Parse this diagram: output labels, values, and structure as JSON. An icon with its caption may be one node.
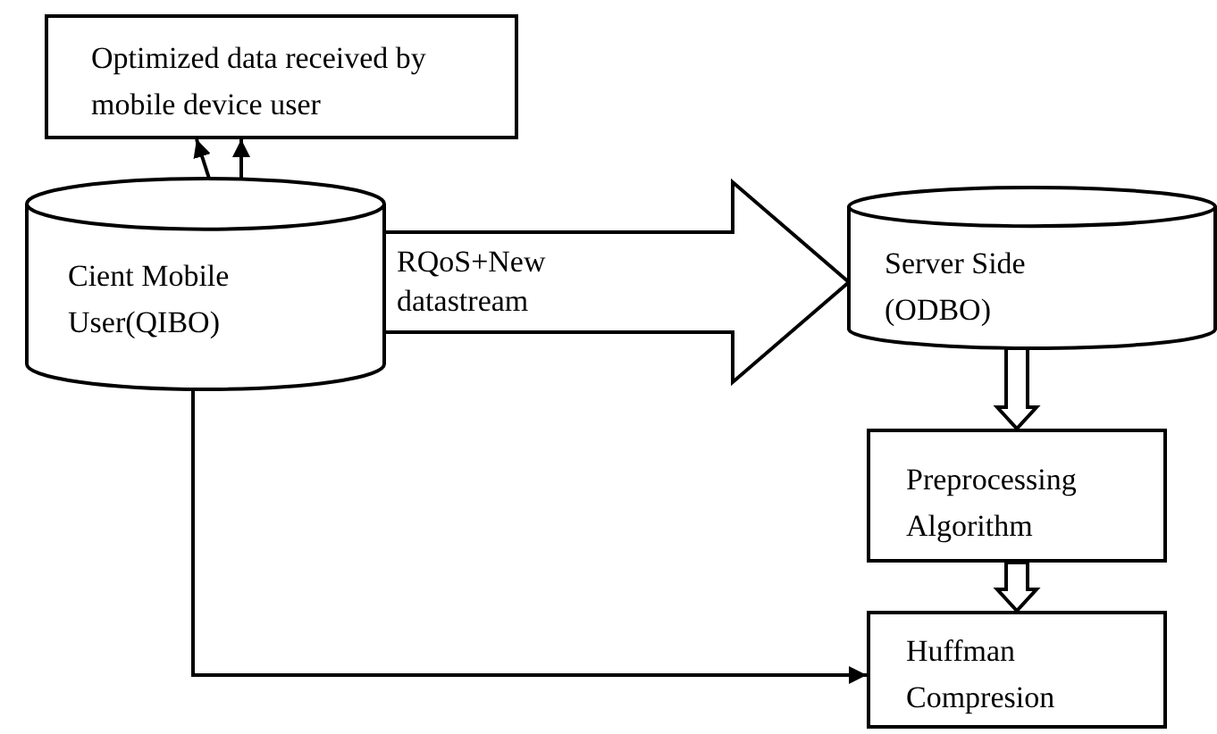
{
  "diagram": {
    "nodes": [
      {
        "text": [
          "Optimized data received by mobile device user"
        ]
      },
      {
        "text": [
          "Cient Mobile User(QIBO)"
        ]
      },
      {
        "text": [
          "Server Side (ODBO)"
        ]
      },
      {
        "text": [
          "Preprocessing Algorithm"
        ]
      },
      {
        "text": [
          "Huffman Compresion"
        ]
      }
    ],
    "edges": [
      {
        "from": 1,
        "to": 0,
        "arrow": "to"
      },
      {
        "from": 1,
        "to": 0,
        "arrow": "to"
      },
      {
        "from": 1,
        "to": 2,
        "arrow": "to",
        "label": "RQoS+New datastream",
        "style": "thick"
      },
      {
        "from": 2,
        "to": 3,
        "arrow": "to",
        "style": "thick"
      },
      {
        "from": 3,
        "to": 4,
        "arrow": "to",
        "style": "thick"
      },
      {
        "from": 1,
        "to": 4,
        "arrow": "to"
      }
    ]
  }
}
